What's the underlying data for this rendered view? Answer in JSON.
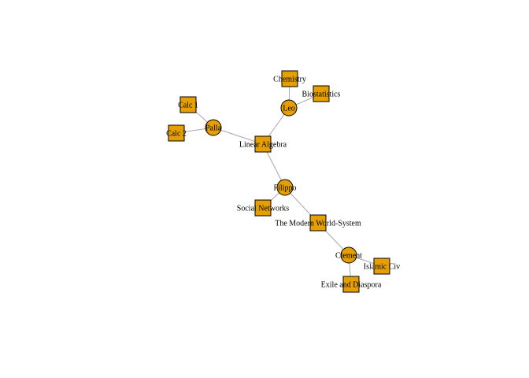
{
  "graph": {
    "colors": {
      "node_fill": "#e69f00",
      "node_stroke": "#000000",
      "edge": "#a8a8a8",
      "label": "#000000"
    },
    "nodes": [
      {
        "id": "palla",
        "label": "Palla",
        "shape": "circle"
      },
      {
        "id": "leo",
        "label": "Leo",
        "shape": "circle"
      },
      {
        "id": "filippo",
        "label": "Filippo",
        "shape": "circle"
      },
      {
        "id": "clement",
        "label": "Clement",
        "shape": "circle"
      },
      {
        "id": "calc1",
        "label": "Calc 1",
        "shape": "square"
      },
      {
        "id": "calc2",
        "label": "Calc 2",
        "shape": "square"
      },
      {
        "id": "linear_algebra",
        "label": "Linear Algebra",
        "shape": "square"
      },
      {
        "id": "chemistry",
        "label": "Chemistry",
        "shape": "square"
      },
      {
        "id": "biostatistics",
        "label": "Biostatistics",
        "shape": "square"
      },
      {
        "id": "social_networks",
        "label": "Social Networks",
        "shape": "square"
      },
      {
        "id": "modern_world_system",
        "label": "The Modern World-System",
        "shape": "square"
      },
      {
        "id": "islamic_civ",
        "label": "Islamic Civ",
        "shape": "square"
      },
      {
        "id": "exile_diaspora",
        "label": "Exile and Diaspora",
        "shape": "square"
      }
    ],
    "edges": [
      {
        "from": "palla",
        "to": "calc1"
      },
      {
        "from": "palla",
        "to": "calc2"
      },
      {
        "from": "palla",
        "to": "linear_algebra"
      },
      {
        "from": "leo",
        "to": "chemistry"
      },
      {
        "from": "leo",
        "to": "biostatistics"
      },
      {
        "from": "leo",
        "to": "linear_algebra"
      },
      {
        "from": "filippo",
        "to": "linear_algebra"
      },
      {
        "from": "filippo",
        "to": "social_networks"
      },
      {
        "from": "filippo",
        "to": "modern_world_system"
      },
      {
        "from": "clement",
        "to": "modern_world_system"
      },
      {
        "from": "clement",
        "to": "islamic_civ"
      },
      {
        "from": "clement",
        "to": "exile_diaspora"
      }
    ]
  }
}
